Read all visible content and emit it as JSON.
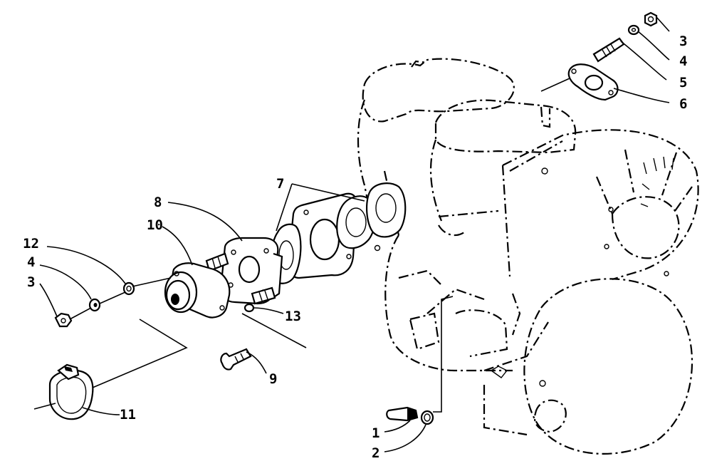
{
  "callouts": [
    {
      "id": "n3_top",
      "text": "3"
    },
    {
      "id": "n4_top",
      "text": "4"
    },
    {
      "id": "n5",
      "text": "5"
    },
    {
      "id": "n6",
      "text": "6"
    },
    {
      "id": "n7",
      "text": "7"
    },
    {
      "id": "n8",
      "text": "8"
    },
    {
      "id": "n10",
      "text": "10"
    },
    {
      "id": "n12",
      "text": "12"
    },
    {
      "id": "n4_left",
      "text": "4"
    },
    {
      "id": "n3_left",
      "text": "3"
    },
    {
      "id": "n13",
      "text": "13"
    },
    {
      "id": "n9",
      "text": "9"
    },
    {
      "id": "n11",
      "text": "11"
    },
    {
      "id": "n1",
      "text": "1"
    },
    {
      "id": "n2",
      "text": "2"
    }
  ]
}
